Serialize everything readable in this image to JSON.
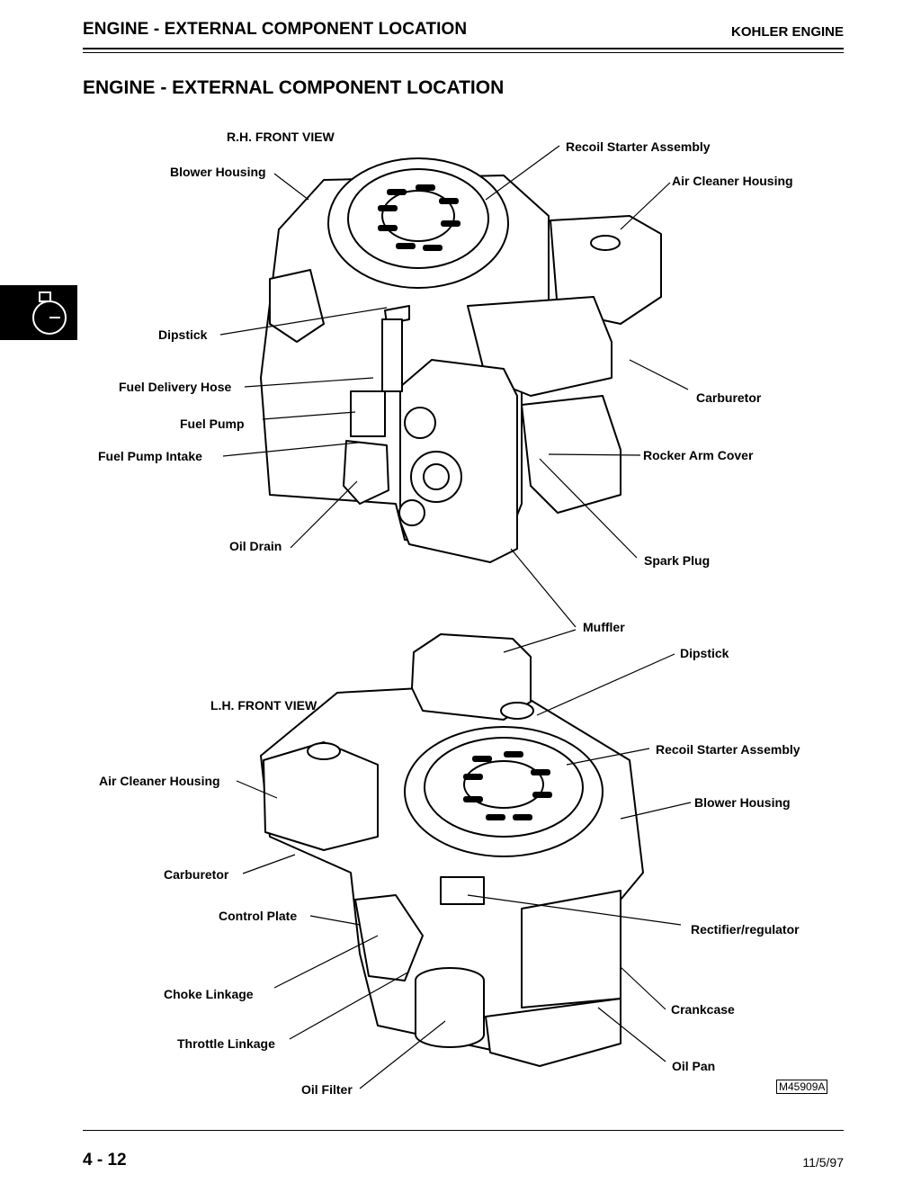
{
  "header": {
    "title": "ENGINE - EXTERNAL COMPONENT LOCATION",
    "brand": "KOHLER ENGINE"
  },
  "section_title": "ENGINE - EXTERNAL COMPONENT LOCATION",
  "side_tab": {
    "icon": "engine-icon"
  },
  "rh_view": {
    "title": "R.H. FRONT VIEW",
    "labels": {
      "recoil_starter": "Recoil Starter Assembly",
      "blower_housing": "Blower Housing",
      "air_cleaner_housing": "Air Cleaner Housing",
      "dipstick": "Dipstick",
      "fuel_delivery_hose": "Fuel Delivery Hose",
      "carburetor": "Carburetor",
      "fuel_pump": "Fuel Pump",
      "fuel_pump_intake": "Fuel Pump Intake",
      "rocker_arm_cover": "Rocker Arm Cover",
      "oil_drain": "Oil Drain",
      "spark_plug": "Spark Plug",
      "muffler": "Muffler"
    }
  },
  "lh_view": {
    "title": "L.H. FRONT VIEW",
    "labels": {
      "dipstick": "Dipstick",
      "recoil_starter": "Recoil Starter Assembly",
      "air_cleaner_housing": "Air Cleaner Housing",
      "blower_housing": "Blower Housing",
      "carburetor": "Carburetor",
      "control_plate": "Control Plate",
      "rectifier_regulator": "Rectifier/regulator",
      "choke_linkage": "Choke Linkage",
      "crankcase": "Crankcase",
      "throttle_linkage": "Throttle Linkage",
      "oil_pan": "Oil Pan",
      "oil_filter": "Oil Filter"
    }
  },
  "figure_id": "M45909A",
  "footer": {
    "page": "4 - 12",
    "date": "11/5/97"
  }
}
